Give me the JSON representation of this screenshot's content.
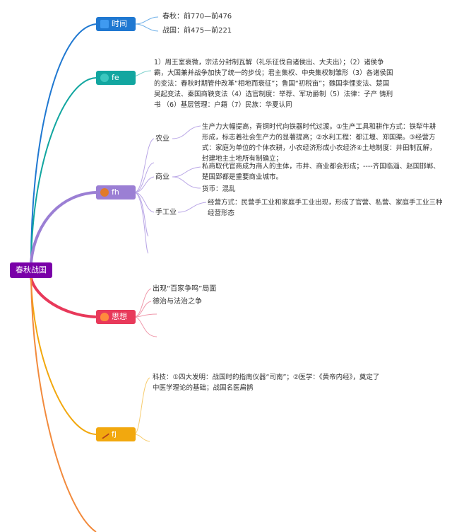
{
  "root": {
    "label": "春秋战国"
  },
  "topics": [
    {
      "label": "时间",
      "color": "#1f78d1",
      "icon": "square-icon",
      "items": [
        "春秋：前770—前476",
        "战国：前475—前221"
      ]
    },
    {
      "label": "fe",
      "color": "#12a6a0",
      "icon": "globe-icon",
      "text": [
        "1）周王室衰微，宗法分封制瓦解（礼乐征伐自诸侯出、大夫出）；（2）诸侯争",
        "霸，大国兼并战争加快了统一的步伐；君主集权、中央集权制雏形（3）各诸侯国",
        "的变法：春秋时期管仲改革“相地而衰征”；鲁国“初税亩”；魏国李悝变法、楚国",
        "吴起变法、秦国商鞅变法（4）选官制度：举荐、军功爵制（5）法律：子产 铸刑",
        "书 （6）基层管理：户籍（7）民族：华夏认同"
      ]
    },
    {
      "label": "fh",
      "color": "#9b7fd4",
      "icon": "coin-icon",
      "subs": [
        {
          "label": "农业",
          "text": [
            "生产力大幅提高，青铜时代向铁器时代过渡。①生产工具和耕作方式：铁犁牛耕",
            "形成，标志着社会生产力的显著提高；②水利工程：都江堰、郑国渠。③经营方",
            "式：家庭为单位的个体农耕，小农经济形成小农经济④土地制度：井田制瓦解，",
            "封建地主土地所有制确立；"
          ]
        },
        {
          "label": "商业",
          "text": [
            "私商取代官商成为商人的主体，市井、商业都会形成；----齐国临淄、赵国邯郸、",
            "楚国郢都是重要商业城市。"
          ],
          "extra": "货币：混乱"
        },
        {
          "label": "手工业",
          "text": [
            "经营方式：民营手工业和家庭手工业出现，形成了官营、私营、家庭手工业三种",
            "经营形态"
          ]
        }
      ]
    },
    {
      "label": "思想",
      "color": "#e8395a",
      "icon": "fire-icon",
      "items": [
        "出现“百家争鸣”局面",
        "德治与法治之争"
      ]
    },
    {
      "label": "fj",
      "color": "#f2a80e",
      "icon": "wand-icon",
      "text": [
        "科技：①四大发明：战国时的指南仪器“司南”；②医学：《黄帝内经》，奠定了",
        "中医学理论的基础；战国名医扁鹊"
      ]
    }
  ]
}
